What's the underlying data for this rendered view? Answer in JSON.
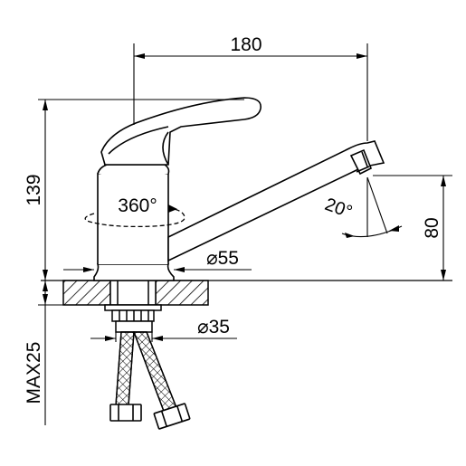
{
  "dimensions": {
    "spout_reach": "180",
    "overall_height": "139",
    "spout_height": "80",
    "base_diameter": "⌀55",
    "shank_diameter": "⌀35",
    "max_thickness": "MAX25",
    "rotation": "360°",
    "spout_angle": "20°"
  },
  "colors": {
    "line": "#000000",
    "background": "#ffffff"
  }
}
